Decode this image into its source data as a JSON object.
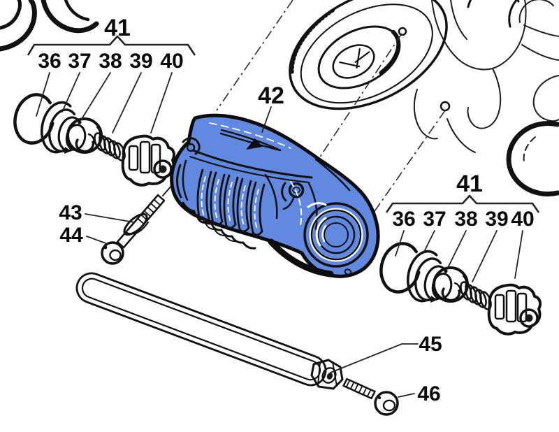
{
  "diagram": {
    "type": "exploded-parts-diagram",
    "subject": "water-pump / thermostat housing assembly",
    "colors": {
      "highlight": "#6189E0",
      "line": "#111111",
      "background": "#ffffff",
      "bore_dark": "#182748"
    },
    "callouts": {
      "group_left": {
        "label": "41",
        "parts": [
          "36",
          "37",
          "38",
          "39",
          "40"
        ]
      },
      "group_right": {
        "label": "41",
        "parts": [
          "36",
          "37",
          "38",
          "39",
          "40"
        ]
      },
      "part42": "42",
      "part43": "43",
      "part44": "44",
      "part45": "45",
      "part46": "46"
    }
  }
}
